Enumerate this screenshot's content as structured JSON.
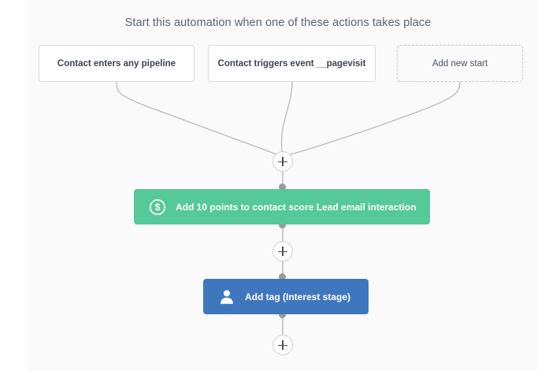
{
  "canvas": {
    "background_color": "#fafafa",
    "page_background_color": "#ffffff"
  },
  "heading": {
    "text": "Start this automation when one of these actions takes place"
  },
  "triggers": [
    {
      "label": "Contact enters any pipeline",
      "style": "solid",
      "name": "trigger-contact-enters-pipeline"
    },
    {
      "label": "Contact triggers event __pagevisit",
      "style": "solid",
      "name": "trigger-contact-event-pagevisit"
    },
    {
      "label": "Add new start",
      "style": "dashed",
      "name": "trigger-add-new-start"
    }
  ],
  "actions": [
    {
      "label": "Add 10 points to contact score Lead email interaction",
      "icon": "dollar-circle-icon",
      "color": "#55c997",
      "points": "10",
      "score_name": "Lead email interaction"
    },
    {
      "label": "Add tag (Interest stage)",
      "icon": "user-icon",
      "color": "#3f77bf",
      "tag_name": "Interest stage"
    }
  ],
  "add_buttons": [
    {
      "name": "add-step-button-top",
      "label": "+"
    },
    {
      "name": "add-step-button-middle",
      "label": "+"
    },
    {
      "name": "add-step-button-bottom",
      "label": "+"
    }
  ],
  "connector": {
    "line_color": "#b9b9b9",
    "dot_color": "#9a9a9a"
  }
}
